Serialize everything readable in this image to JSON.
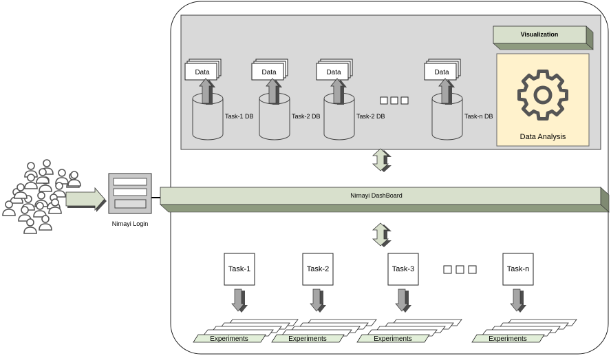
{
  "login": {
    "label": "Nirnayi Login"
  },
  "dashboard": {
    "label": "Nirnayi DashBoard"
  },
  "visualization": {
    "label": "Visualization"
  },
  "analysis": {
    "label": "Data Analysis",
    "icon": "gear-icon"
  },
  "data_stores": [
    {
      "data_label": "Data",
      "db_label": "Task-1 DB"
    },
    {
      "data_label": "Data",
      "db_label": "Task-2 DB"
    },
    {
      "data_label": "Data",
      "db_label": "Task-2 DB"
    },
    {
      "data_label": "Data",
      "db_label": "Task-n DB"
    }
  ],
  "tasks": [
    {
      "label": "Task-1",
      "experiments": "Experiments"
    },
    {
      "label": "Task-2",
      "experiments": "Experiments"
    },
    {
      "label": "Task-3",
      "experiments": "Experiments"
    },
    {
      "label": "Task-n",
      "experiments": "Experiments"
    }
  ],
  "colors": {
    "top_panel": "#d9d9d9",
    "dashboard_bar": "#d8e0cc",
    "analysis_box": "#fff2cc",
    "arrow_fill": "#9a9a9a",
    "arrow_side": "#4d4d4d",
    "experiments_fill": "#e2efd9"
  }
}
